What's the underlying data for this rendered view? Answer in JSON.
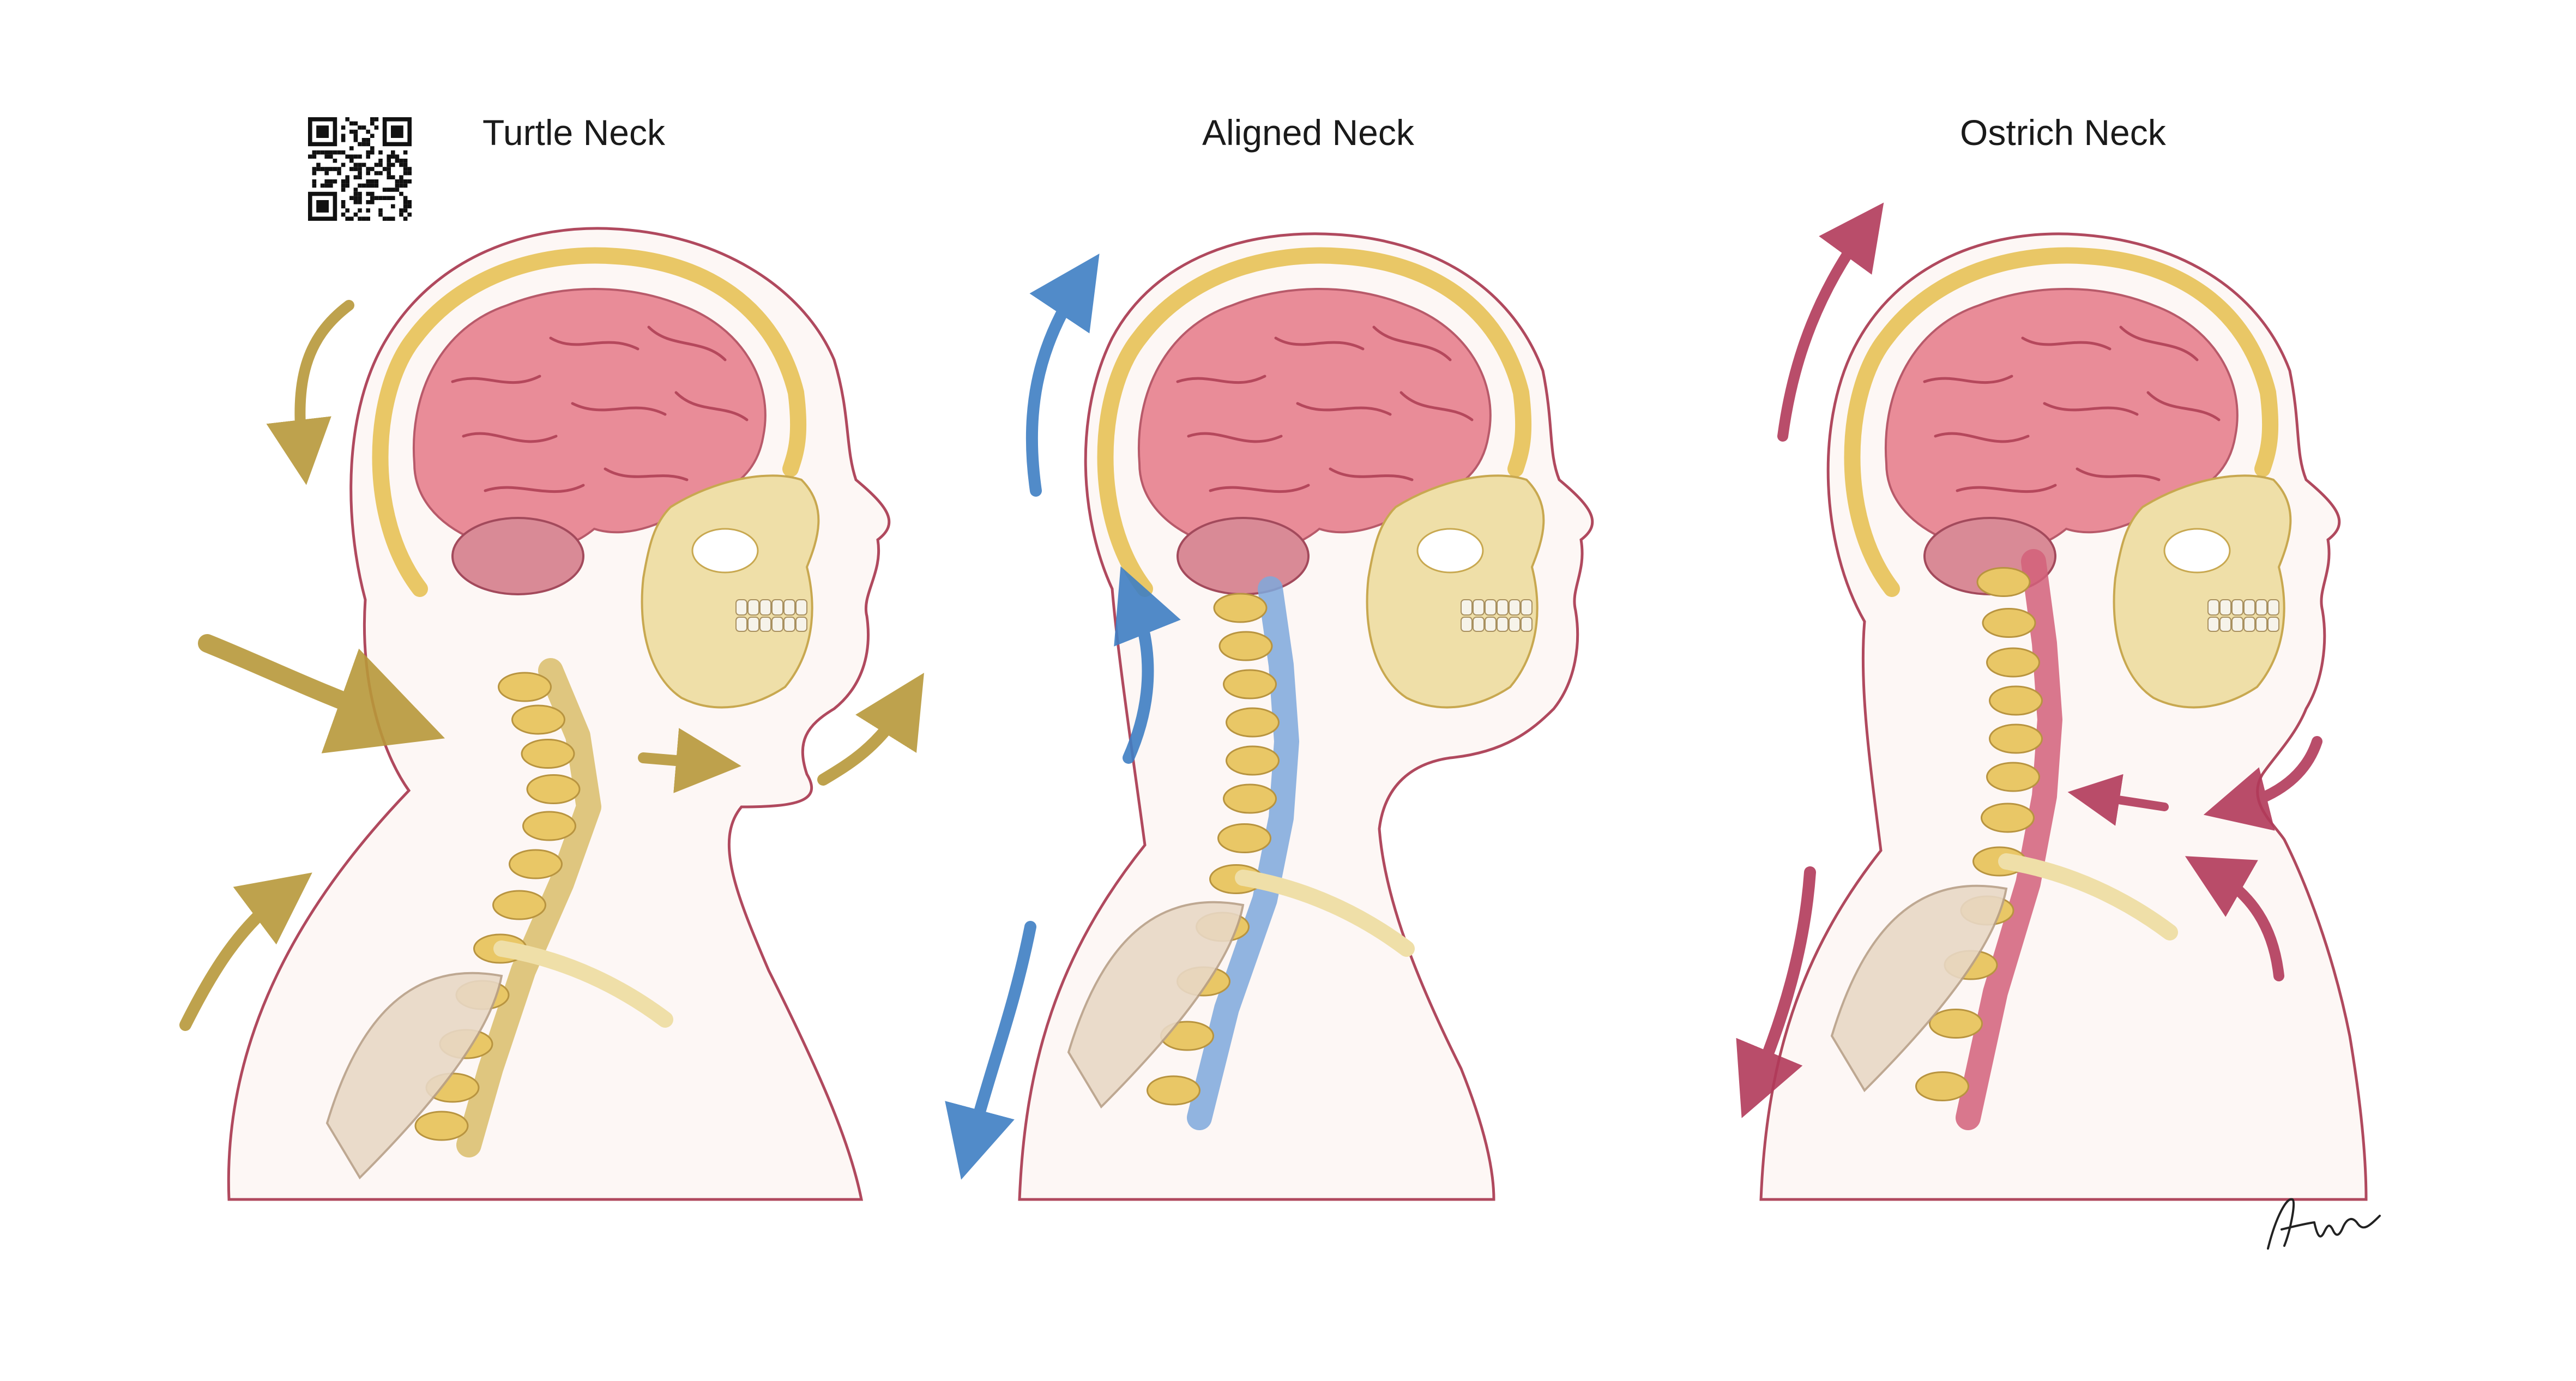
{
  "panels": [
    {
      "title": "Turtle Neck",
      "arrow_color": "#b8983a",
      "spine_color": "#d9bd6a"
    },
    {
      "title": "Aligned Neck",
      "arrow_color": "#3f7fc4",
      "spine_color": "#7ea8dc"
    },
    {
      "title": "Ostrich Neck",
      "arrow_color": "#b23a5a",
      "spine_color": "#d2607a"
    }
  ],
  "colors": {
    "brain": "#e98c98",
    "cerebellum": "#d98a96",
    "skull": "#e9c766",
    "bone": "#efdfa8",
    "outline": "#b0495e",
    "teeth": "#f6f3ea"
  },
  "icons": [
    "qr-code-icon",
    "artist-signature-icon"
  ]
}
